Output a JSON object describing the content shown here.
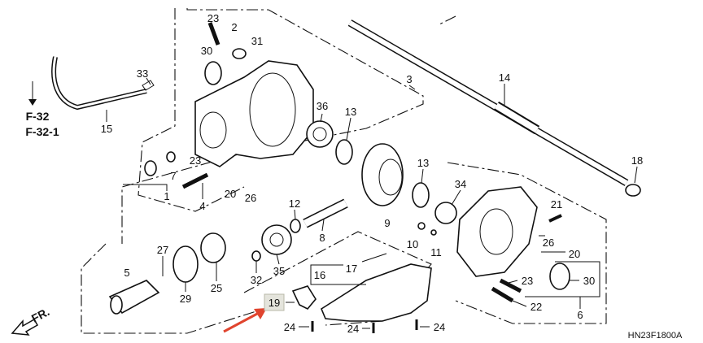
{
  "diagram_code": "HN23F1800A",
  "direction_label": "FR.",
  "references": [
    "F-32",
    "F-32-1"
  ],
  "highlighted_part": "19",
  "colors": {
    "highlight_arrow": "#e0442e",
    "highlight_box": "#e4e4dc"
  },
  "callouts": {
    "c23a": "23",
    "c2": "2",
    "c31": "31",
    "c30a": "30",
    "c33": "33",
    "c15": "15",
    "c3": "3",
    "c14": "14",
    "c36": "36",
    "c13a": "13",
    "c7": "7",
    "c23b": "23",
    "c1": "1",
    "c4": "4",
    "c20a": "20",
    "c26a": "26",
    "c9": "9",
    "c13b": "13",
    "c34": "34",
    "c18": "18",
    "c21": "21",
    "c12": "12",
    "c10": "10",
    "c11": "11",
    "c26b": "26",
    "c20b": "20",
    "c8": "8",
    "c27": "27",
    "c35": "35",
    "c5": "5",
    "c25": "25",
    "c32": "32",
    "c29": "29",
    "c16": "16",
    "c17": "17",
    "c19": "19",
    "c30b": "30",
    "c23c": "23",
    "c22": "22",
    "c6": "6",
    "c24a": "24",
    "c24b": "24",
    "c24c": "24"
  }
}
